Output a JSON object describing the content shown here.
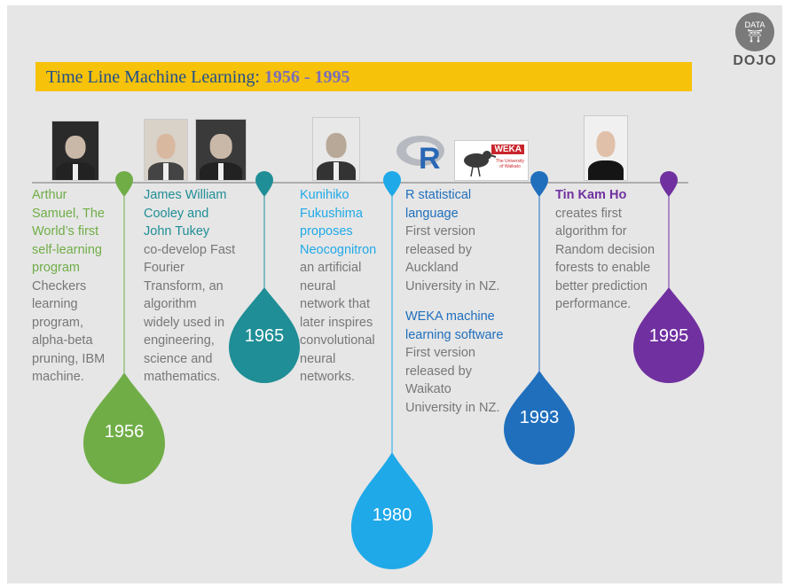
{
  "title": {
    "prefix": "Time Line Machine Learning: ",
    "years": "1956 - 1995"
  },
  "logo": {
    "top": "DATA",
    "name": "DOJO"
  },
  "colors": {
    "green": "#70ad47",
    "teal": "#1f8e96",
    "sky": "#1fa9e8",
    "blue": "#1f6fbd",
    "purple": "#7030a0",
    "gray_text": "#777777",
    "title_bar": "#f7c20a"
  },
  "milestones": [
    {
      "year": "1956",
      "heading": [
        "Arthur",
        "Samuel, The",
        "World’s first",
        "self-learning",
        "program"
      ],
      "body": [
        "Checkers",
        "learning",
        "program,",
        "alpha-beta",
        "pruning, IBM",
        "machine."
      ]
    },
    {
      "year": "1965",
      "heading": [
        "James William",
        "Cooley and",
        "John Tukey"
      ],
      "body": [
        "co-develop Fast",
        "Fourier",
        "Transform, an",
        "algorithm",
        "widely used in",
        "engineering,",
        "science and",
        "mathematics."
      ]
    },
    {
      "year": "1980",
      "heading": [
        "Kunihiko",
        "Fukushima",
        "proposes",
        "Neocognitron"
      ],
      "body": [
        "an artificial",
        "neural",
        "network that",
        "later inspires",
        "convolutional",
        "neural",
        "networks."
      ]
    },
    {
      "year": "1993",
      "heading": [
        "R statistical",
        "language"
      ],
      "body": [
        "First version",
        "released by",
        "Auckland",
        "University in NZ."
      ],
      "heading2": [
        "WEKA machine",
        "learning software"
      ],
      "body2": [
        "First version",
        "released by",
        "Waikato",
        "University in NZ."
      ]
    },
    {
      "year": "1995",
      "heading": [
        "Tin Kam Ho"
      ],
      "body": [
        "creates first",
        "algorithm for",
        "Random decision",
        "forests to enable",
        "better prediction",
        "performance."
      ]
    }
  ],
  "logos": {
    "r": "R",
    "weka": "WEKA",
    "weka_sub": [
      "The University",
      "of Waikato"
    ]
  }
}
